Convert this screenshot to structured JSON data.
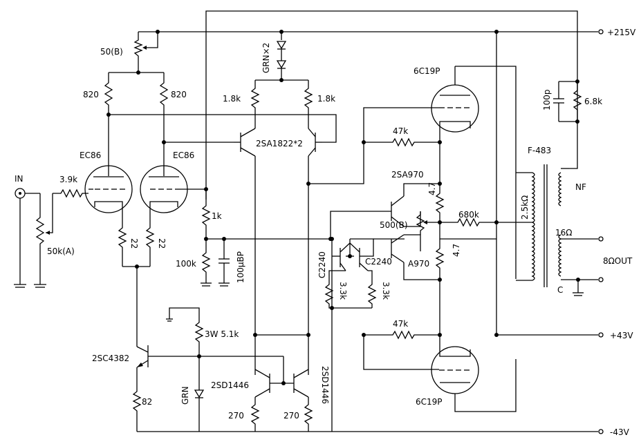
{
  "rails": {
    "v215": "+215V",
    "v43p": "+43V",
    "v43n": "-43V"
  },
  "labels": {
    "input": "IN",
    "vol": "50k(A)",
    "r_in": "3.9k",
    "tube_a": "EC86",
    "tube_b": "EC86",
    "bal_pot": "50(B)",
    "r820a": "820",
    "r820b": "820",
    "r22a": "22",
    "r22b": "22",
    "led_top": "GRN×2",
    "r18a": "1.8k",
    "r18b": "1.8k",
    "pnp_pair": "2SA1822*2",
    "r1k": "1k",
    "r100k": "100k",
    "cap_bp": "100μBP",
    "r47k_top": "47k",
    "r47k_bot": "47k",
    "tr_2sa970": "2SA970",
    "tr_a970": "A970",
    "r47a": "4.7",
    "r47b": "4.7",
    "pot500": "500(B)",
    "r680k": "680k",
    "tr_c2240a": "C2240",
    "tr_c2240b": "C2240",
    "r33a": "3.3k",
    "r33b": "3.3k",
    "tr_2sc4382": "2SC4382",
    "r82": "82",
    "r3w": "3W 5.1k",
    "led_grn": "GRN",
    "tr_2sd1446a": "2SD1446",
    "tr_2sd1446b": "2SD1446",
    "r270a": "270",
    "r270b": "270",
    "tube_top": "6C19P",
    "tube_bot": "6C19P",
    "xfmr": "F-483",
    "imp": "2.5kΩ",
    "nf": "NF",
    "sec": "16Ω",
    "com": "C",
    "out": "8ΩOUT",
    "cap100p": "100p",
    "r68k": "6.8k"
  }
}
